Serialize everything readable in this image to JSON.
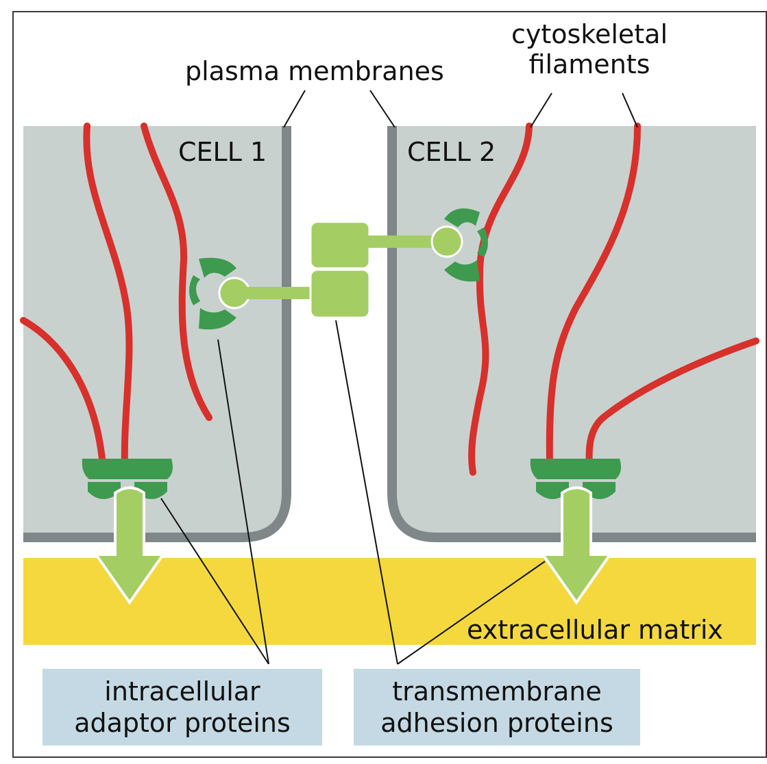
{
  "labels": {
    "plasma_membranes": "plasma membranes",
    "cytoskeletal_line1": "cytoskeletal",
    "cytoskeletal_line2": "filaments",
    "cell1": "CELL 1",
    "cell2": "CELL 2",
    "extracellular_matrix": "extracellular matrix",
    "adaptor_line1": "intracellular",
    "adaptor_line2": "adaptor proteins",
    "adhesion_line1": "transmembrane",
    "adhesion_line2": "adhesion proteins"
  },
  "colors": {
    "cell_fill": "#c9d1cf",
    "membrane": "#7f8788",
    "filament": "#d8302b",
    "adaptor": "#3d9a4e",
    "adhesion": "#a4cd64",
    "matrix": "#f4d83e",
    "label_box": "#c4d9e3"
  }
}
